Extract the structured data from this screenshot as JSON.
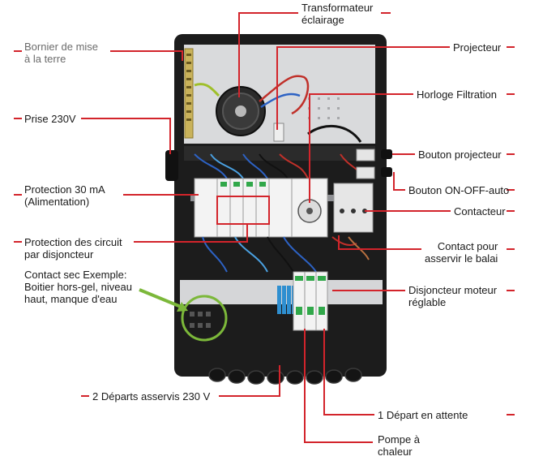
{
  "colors": {
    "leader": "#d3242b",
    "callout_green": "#7cb83a",
    "cabinet": "#1c1c1c",
    "plate": "#d9dadc",
    "breaker_white": "#f2f2f2",
    "breaker_green": "#31a84a",
    "terminal_blue": "#2f8fd0"
  },
  "labels": {
    "transformer": [
      "Transformateur",
      "éclairage"
    ],
    "earth": [
      "Bornier de mise",
      "à la terre"
    ],
    "projector": "Projecteur",
    "clock": "Horloge Filtration",
    "socket": "Prise 230V",
    "projector_button": "Bouton projecteur",
    "protection_30ma": [
      "Protection 30 mA",
      "(Alimentation)"
    ],
    "on_off_button": "Bouton ON-OFF-auto",
    "contactor": "Contacteur",
    "breaker_protection": [
      "Protection des circuit",
      "par disjoncteur"
    ],
    "contact_balai": [
      "Contact pour",
      "asservir le balai"
    ],
    "dry_contact": [
      "Contact sec Exemple:",
      "Boitier hors-gel, niveau",
      "haut, manque d'eau"
    ],
    "motor_breaker": [
      "Disjoncteur moteur",
      "réglable"
    ],
    "two_outputs": "2 Départs asservis 230 V",
    "one_output": "1 Départ en attente",
    "heat_pump": [
      "Pompe à",
      "chaleur"
    ]
  }
}
